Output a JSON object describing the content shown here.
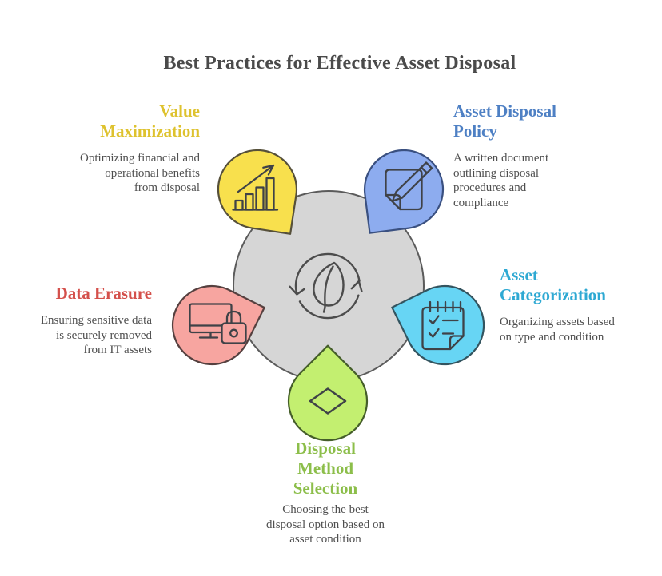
{
  "title": "Best Practices for Effective Asset Disposal",
  "colors": {
    "background": "#ffffff",
    "title": "#4a4a4a",
    "body_text": "#4f4f4f",
    "center_fill": "#d6d6d6"
  },
  "center": {
    "icon": "recycle-leaf-icon"
  },
  "nodes": [
    {
      "id": "value-maximization",
      "heading_lines": [
        "Value",
        "Maximization"
      ],
      "desc_lines": [
        "Optimizing financial and",
        "operational benefits",
        "from disposal"
      ],
      "fill": "#f8e04d",
      "heading_color": "#dec22e",
      "icon": "growth-chart-icon"
    },
    {
      "id": "asset-disposal-policy",
      "heading_lines": [
        "Asset Disposal",
        "Policy"
      ],
      "desc_lines": [
        "A written document",
        "outlining disposal",
        "procedures and",
        "compliance"
      ],
      "fill": "#8dacef",
      "heading_color": "#4e80c4",
      "icon": "edit-document-icon"
    },
    {
      "id": "data-erasure",
      "heading_lines": [
        "Data Erasure"
      ],
      "desc_lines": [
        "Ensuring sensitive data",
        "is securely removed",
        "from IT assets"
      ],
      "fill": "#f7a5a0",
      "heading_color": "#d4504b",
      "icon": "monitor-lock-icon"
    },
    {
      "id": "asset-categorization",
      "heading_lines": [
        "Asset",
        "Categorization"
      ],
      "desc_lines": [
        "Organizing assets based",
        "on type and condition"
      ],
      "fill": "#67d5f4",
      "heading_color": "#2ea9d3",
      "icon": "checklist-notepad-icon"
    },
    {
      "id": "disposal-method-selection",
      "heading_lines": [
        "Disposal",
        "Method",
        "Selection"
      ],
      "desc_lines": [
        "Choosing the best",
        "disposal option based on",
        "asset condition"
      ],
      "fill": "#c3ef70",
      "heading_color": "#8cbe4a",
      "icon": "diamond-icon"
    }
  ]
}
